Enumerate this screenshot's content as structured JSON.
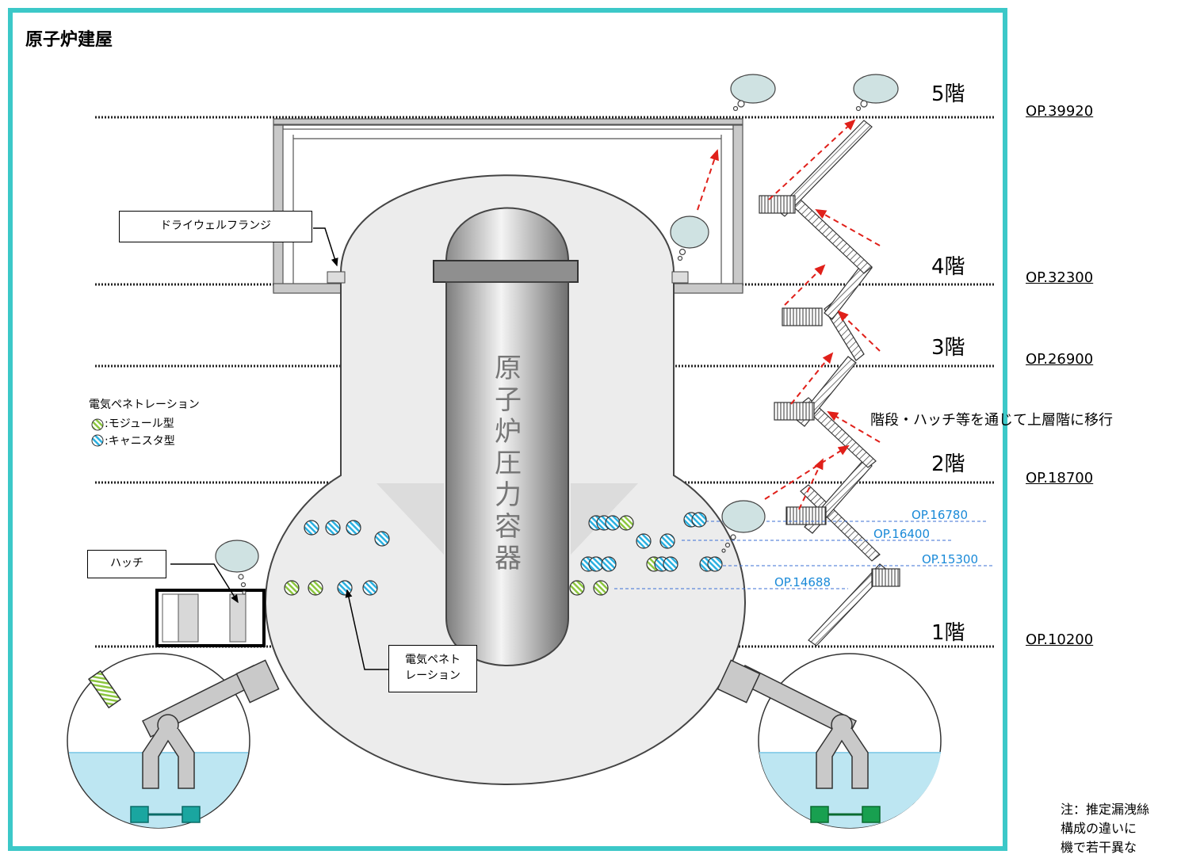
{
  "title": "原子炉建屋",
  "floors": [
    {
      "label": "5階",
      "op": "OP.39920"
    },
    {
      "label": "4階",
      "op": "OP.32300"
    },
    {
      "label": "3階",
      "op": "OP.26900"
    },
    {
      "label": "2階",
      "op": "OP.18700"
    },
    {
      "label": "1階",
      "op": "OP.10200"
    }
  ],
  "pen_levels": [
    "OP.16780",
    "OP.16400",
    "OP.15300",
    "OP.14688"
  ],
  "callouts": {
    "flange": "ドライウェルフランジ",
    "hatch": "ハッチ",
    "penetration_1": "電気ペネト",
    "penetration_2": "レーション"
  },
  "vessel_label": "原子炉圧力容器",
  "legend": {
    "title": "電気ペネトレーション",
    "module": ":モジュール型",
    "canister": ":キャニスタ型"
  },
  "stairs_note": "階段・ハッチ等を通じて上層階に移行",
  "note_lines": [
    "注：推定漏洩絲",
    "構成の違いに",
    "機で若干異な"
  ],
  "colors": {
    "frame": "#3cc8c8",
    "arrow": "#e0201a",
    "guide": "#3b6fd6",
    "module_stripe": "#8cc63f",
    "canister_stripe": "#2ab0e0",
    "cloud": "#cfe2e2",
    "water": "#bde6f2"
  }
}
